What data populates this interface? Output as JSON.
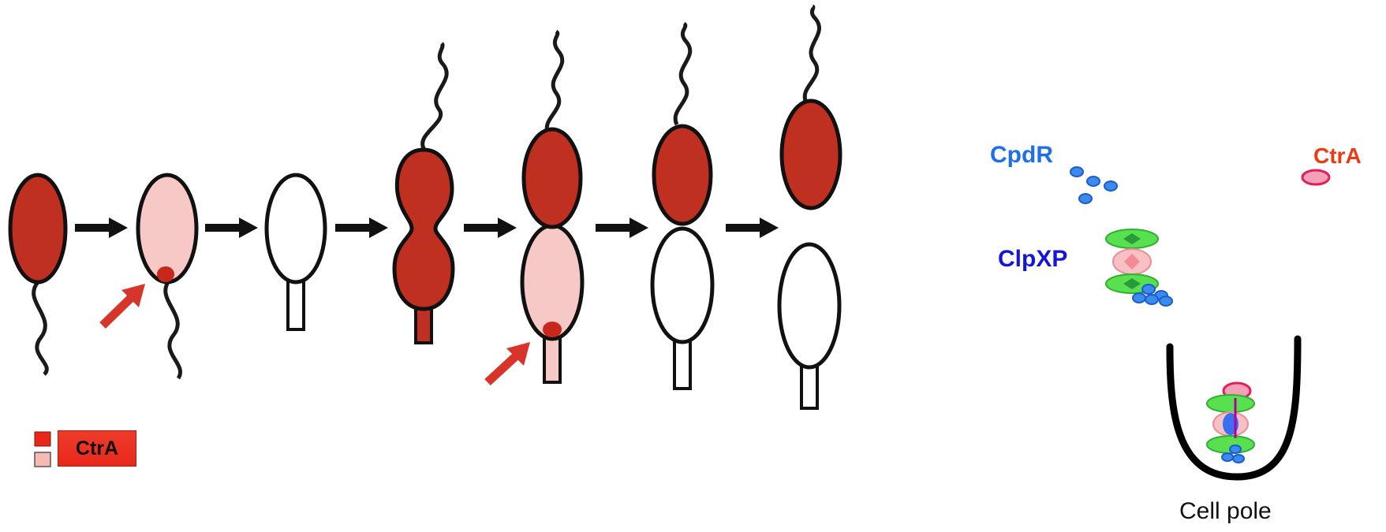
{
  "legend": {
    "label": "CtrA",
    "swatch_high_color": "#e8261a",
    "swatch_low_color": "#f6b9b4"
  },
  "labels": {
    "cpdr": "CpdR",
    "clpxp": "ClpXP",
    "ctra": "CtrA",
    "cell_pole": "Cell pole"
  },
  "colors": {
    "high_ctra": "#c03020",
    "low_ctra": "#f6c8c6",
    "no_ctra": "#ffffff",
    "arrow": "#d8352a",
    "cpdr": "#1f6fe8",
    "clpxp_label": "#1515d8",
    "ctra_label": "#ee3a12",
    "clpx": "#4ee24a",
    "clpp": "#f4a0a6"
  },
  "cell_cycle": [
    {
      "stage": "swarmer",
      "ctra": "high"
    },
    {
      "stage": "ctra-degradation",
      "ctra": "low"
    },
    {
      "stage": "stalked",
      "ctra": "none"
    },
    {
      "stage": "predivisional",
      "ctra": "high"
    },
    {
      "stage": "late-predivisional",
      "ctra": "compartmentalized-low-stalked"
    },
    {
      "stage": "compartmentalized",
      "ctra": "high-swarmer-only"
    },
    {
      "stage": "divided",
      "ctra": "high-swarmer-only"
    }
  ]
}
